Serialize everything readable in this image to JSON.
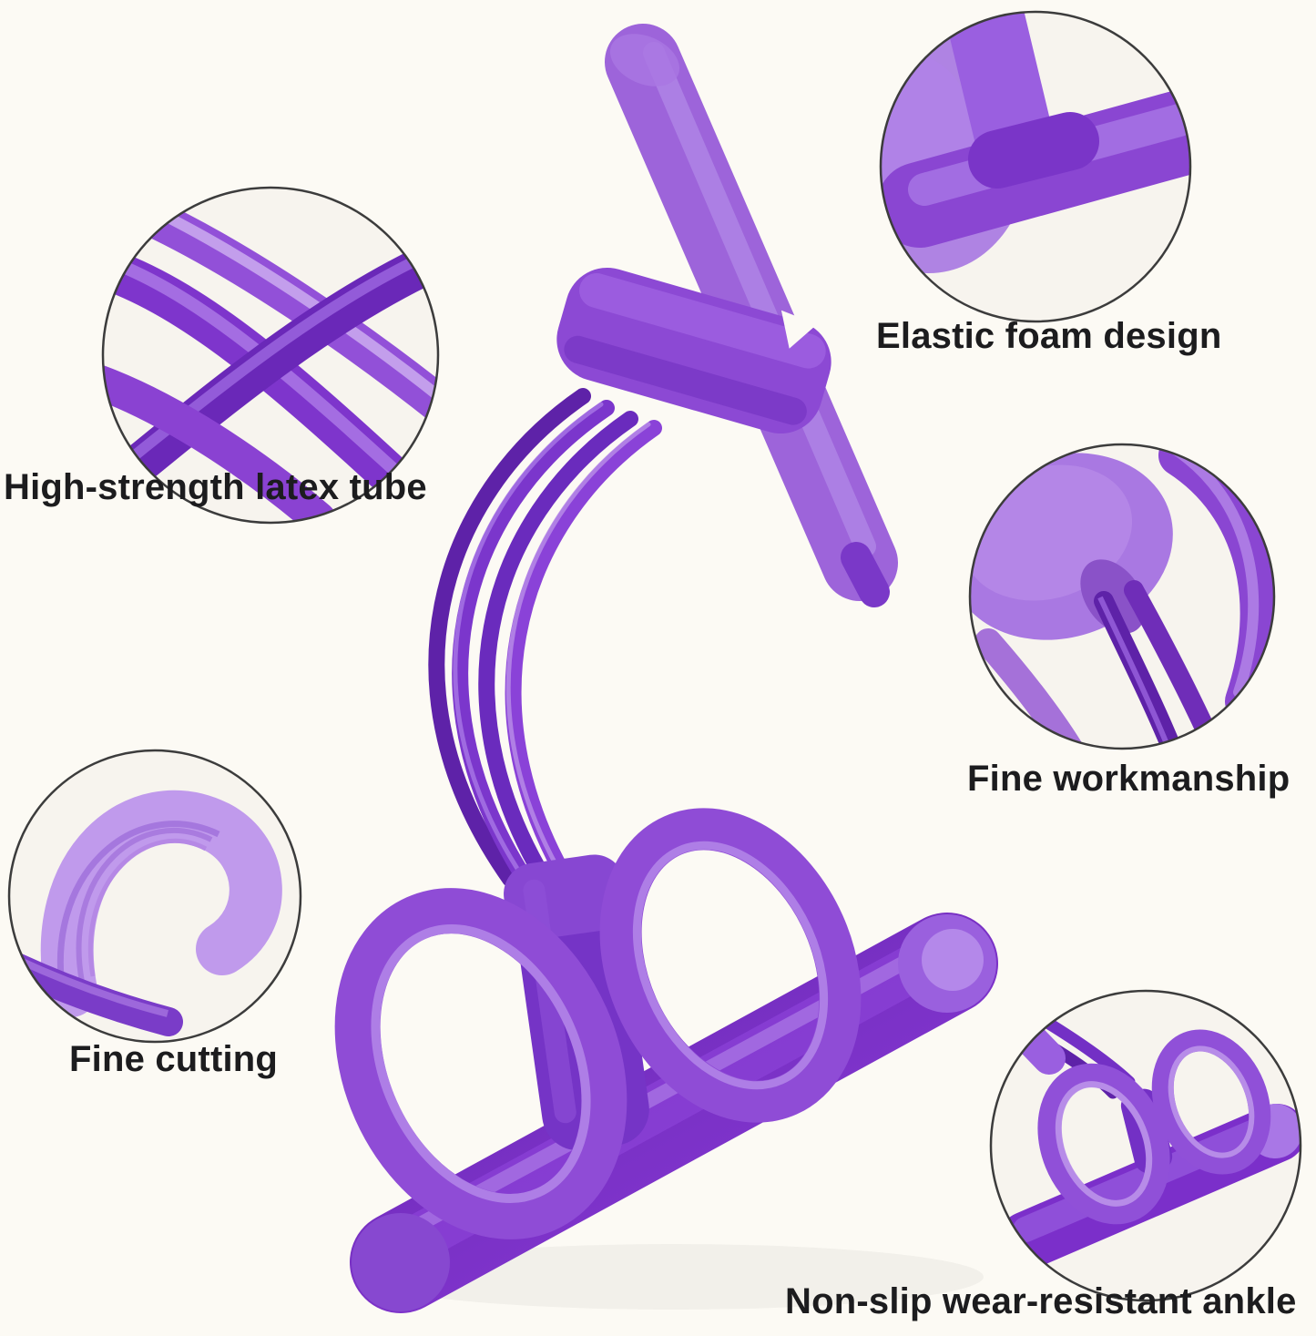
{
  "page": {
    "background_color": "#fcfaf4",
    "text_color": "#1c1c1e"
  },
  "product": {
    "colors": {
      "purple_dark": "#5e22a8",
      "purple_mid": "#7b2fca",
      "purple_bright": "#8f4cd6",
      "purple_light": "#9d64da",
      "lavender": "#c09aec"
    }
  },
  "callouts": {
    "latex_tube": {
      "label": "High-strength latex tube"
    },
    "foam_design": {
      "label": "Elastic foam design"
    },
    "workmanship": {
      "label": "Fine workmanship"
    },
    "cutting": {
      "label": "Fine cutting"
    },
    "ankle": {
      "label": "Non-slip wear-resistant ankle"
    }
  }
}
